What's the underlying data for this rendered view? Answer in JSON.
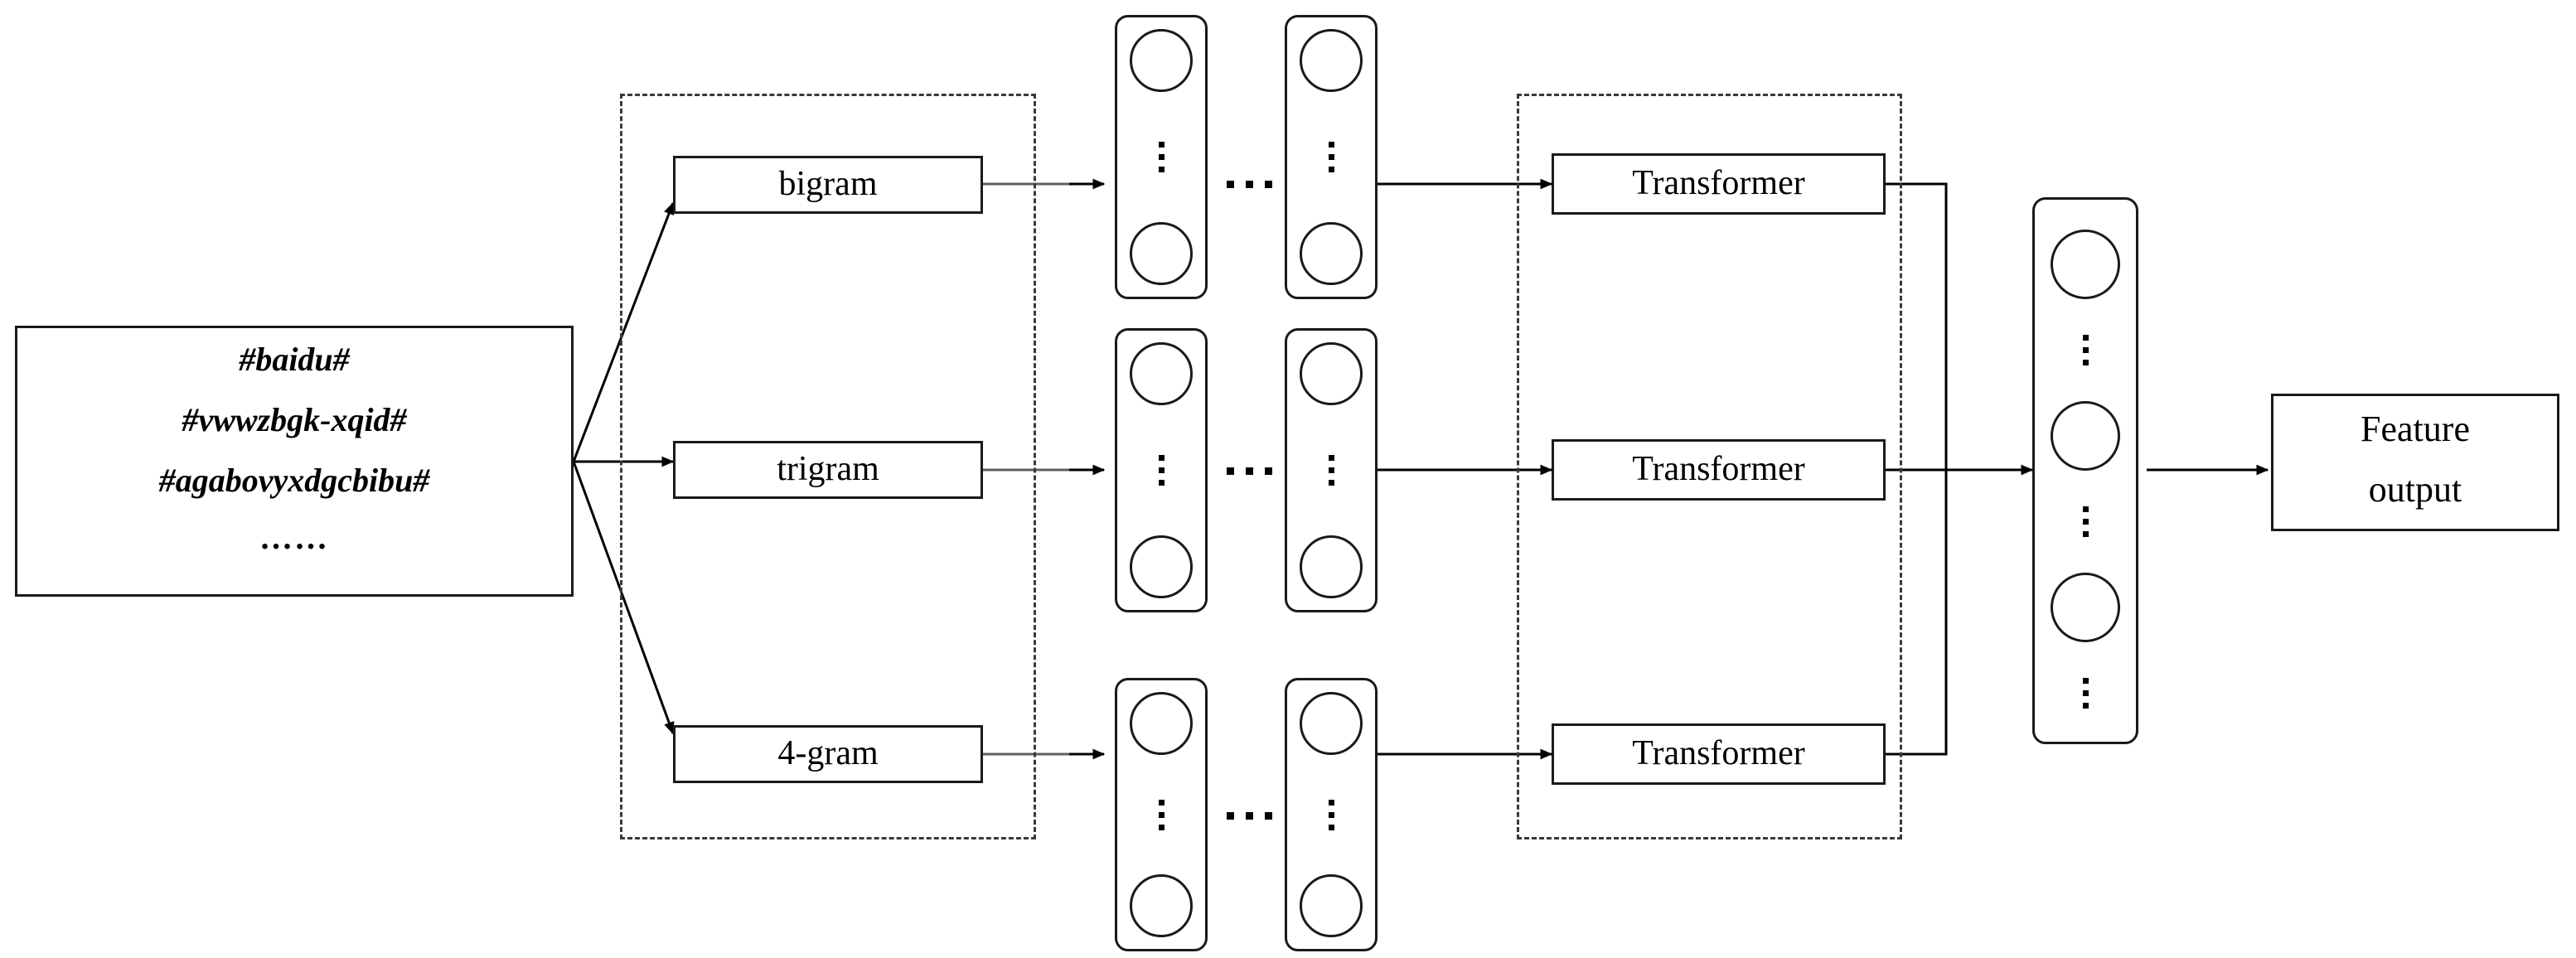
{
  "diagram": {
    "title": "N-gram multi-branch Transformer feature extraction architecture",
    "colors": {
      "stroke": "#1a1a1a",
      "dashed_stroke": "#3a3a3a",
      "background": "#ffffff",
      "text": "#000000"
    }
  },
  "input_block": {
    "name": "domain-string-input",
    "lines": [
      "#baidu#",
      "#vwwzbgk-xqid#",
      "#agabovyxdgcbibu#"
    ],
    "continuation": "……"
  },
  "ngram_group": {
    "name": "ngram-segmentation-group",
    "items": [
      {
        "label": "bigram"
      },
      {
        "label": "trigram"
      },
      {
        "label": "4-gram"
      }
    ]
  },
  "embedding_columns": {
    "name": "embedding-neuron-columns",
    "between_columns_ellipsis": "...",
    "rows": [
      {
        "row": "bigram-row",
        "columns": 2,
        "neurons_per_column": 2
      },
      {
        "row": "trigram-row",
        "columns": 2,
        "neurons_per_column": 2
      },
      {
        "row": "4-gram-row",
        "columns": 2,
        "neurons_per_column": 2
      }
    ]
  },
  "transformer_group": {
    "name": "transformer-group",
    "items": [
      {
        "label": "Transformer"
      },
      {
        "label": "Transformer"
      },
      {
        "label": "Transformer"
      }
    ]
  },
  "fusion_column": {
    "name": "fusion-neuron-column",
    "neurons": 3
  },
  "output_block": {
    "name": "feature-output-block",
    "line1": "Feature",
    "line2": "output"
  }
}
